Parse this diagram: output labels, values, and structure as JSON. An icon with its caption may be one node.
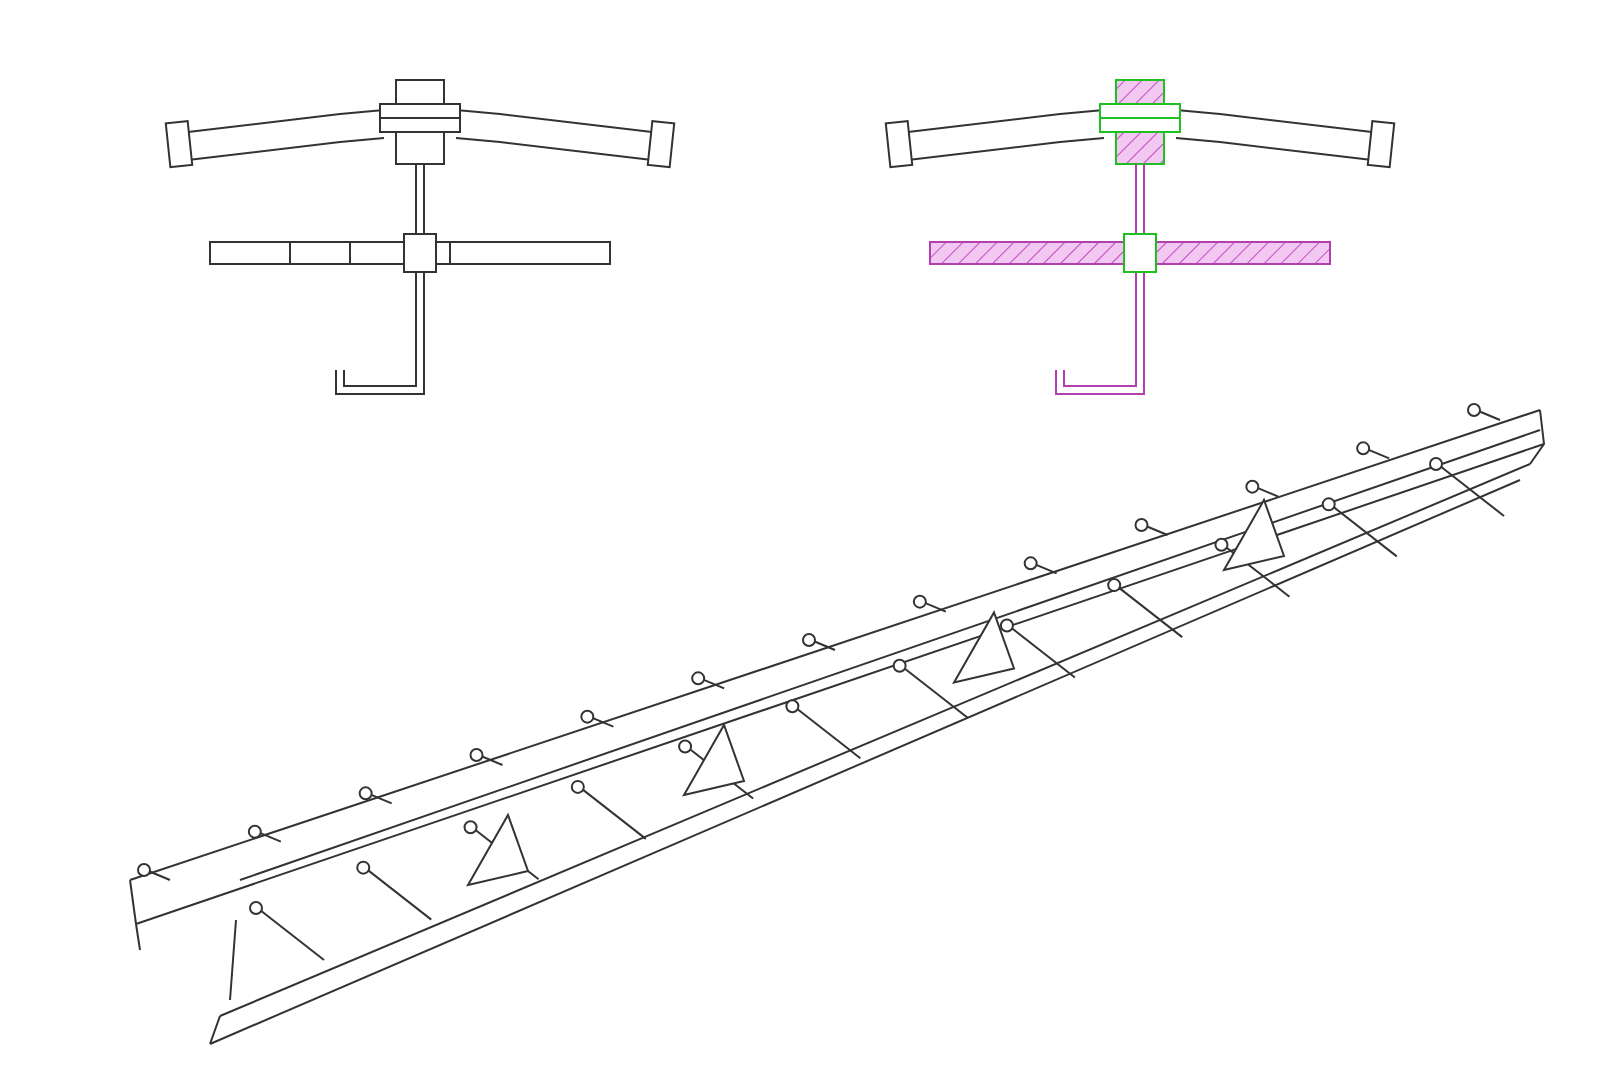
{
  "diagram": {
    "nodes": [
      {
        "text": [],
        "shape": "picture"
      },
      {
        "text": [],
        "shape": "picture"
      },
      {
        "text": [],
        "shape": "picture"
      }
    ]
  }
}
